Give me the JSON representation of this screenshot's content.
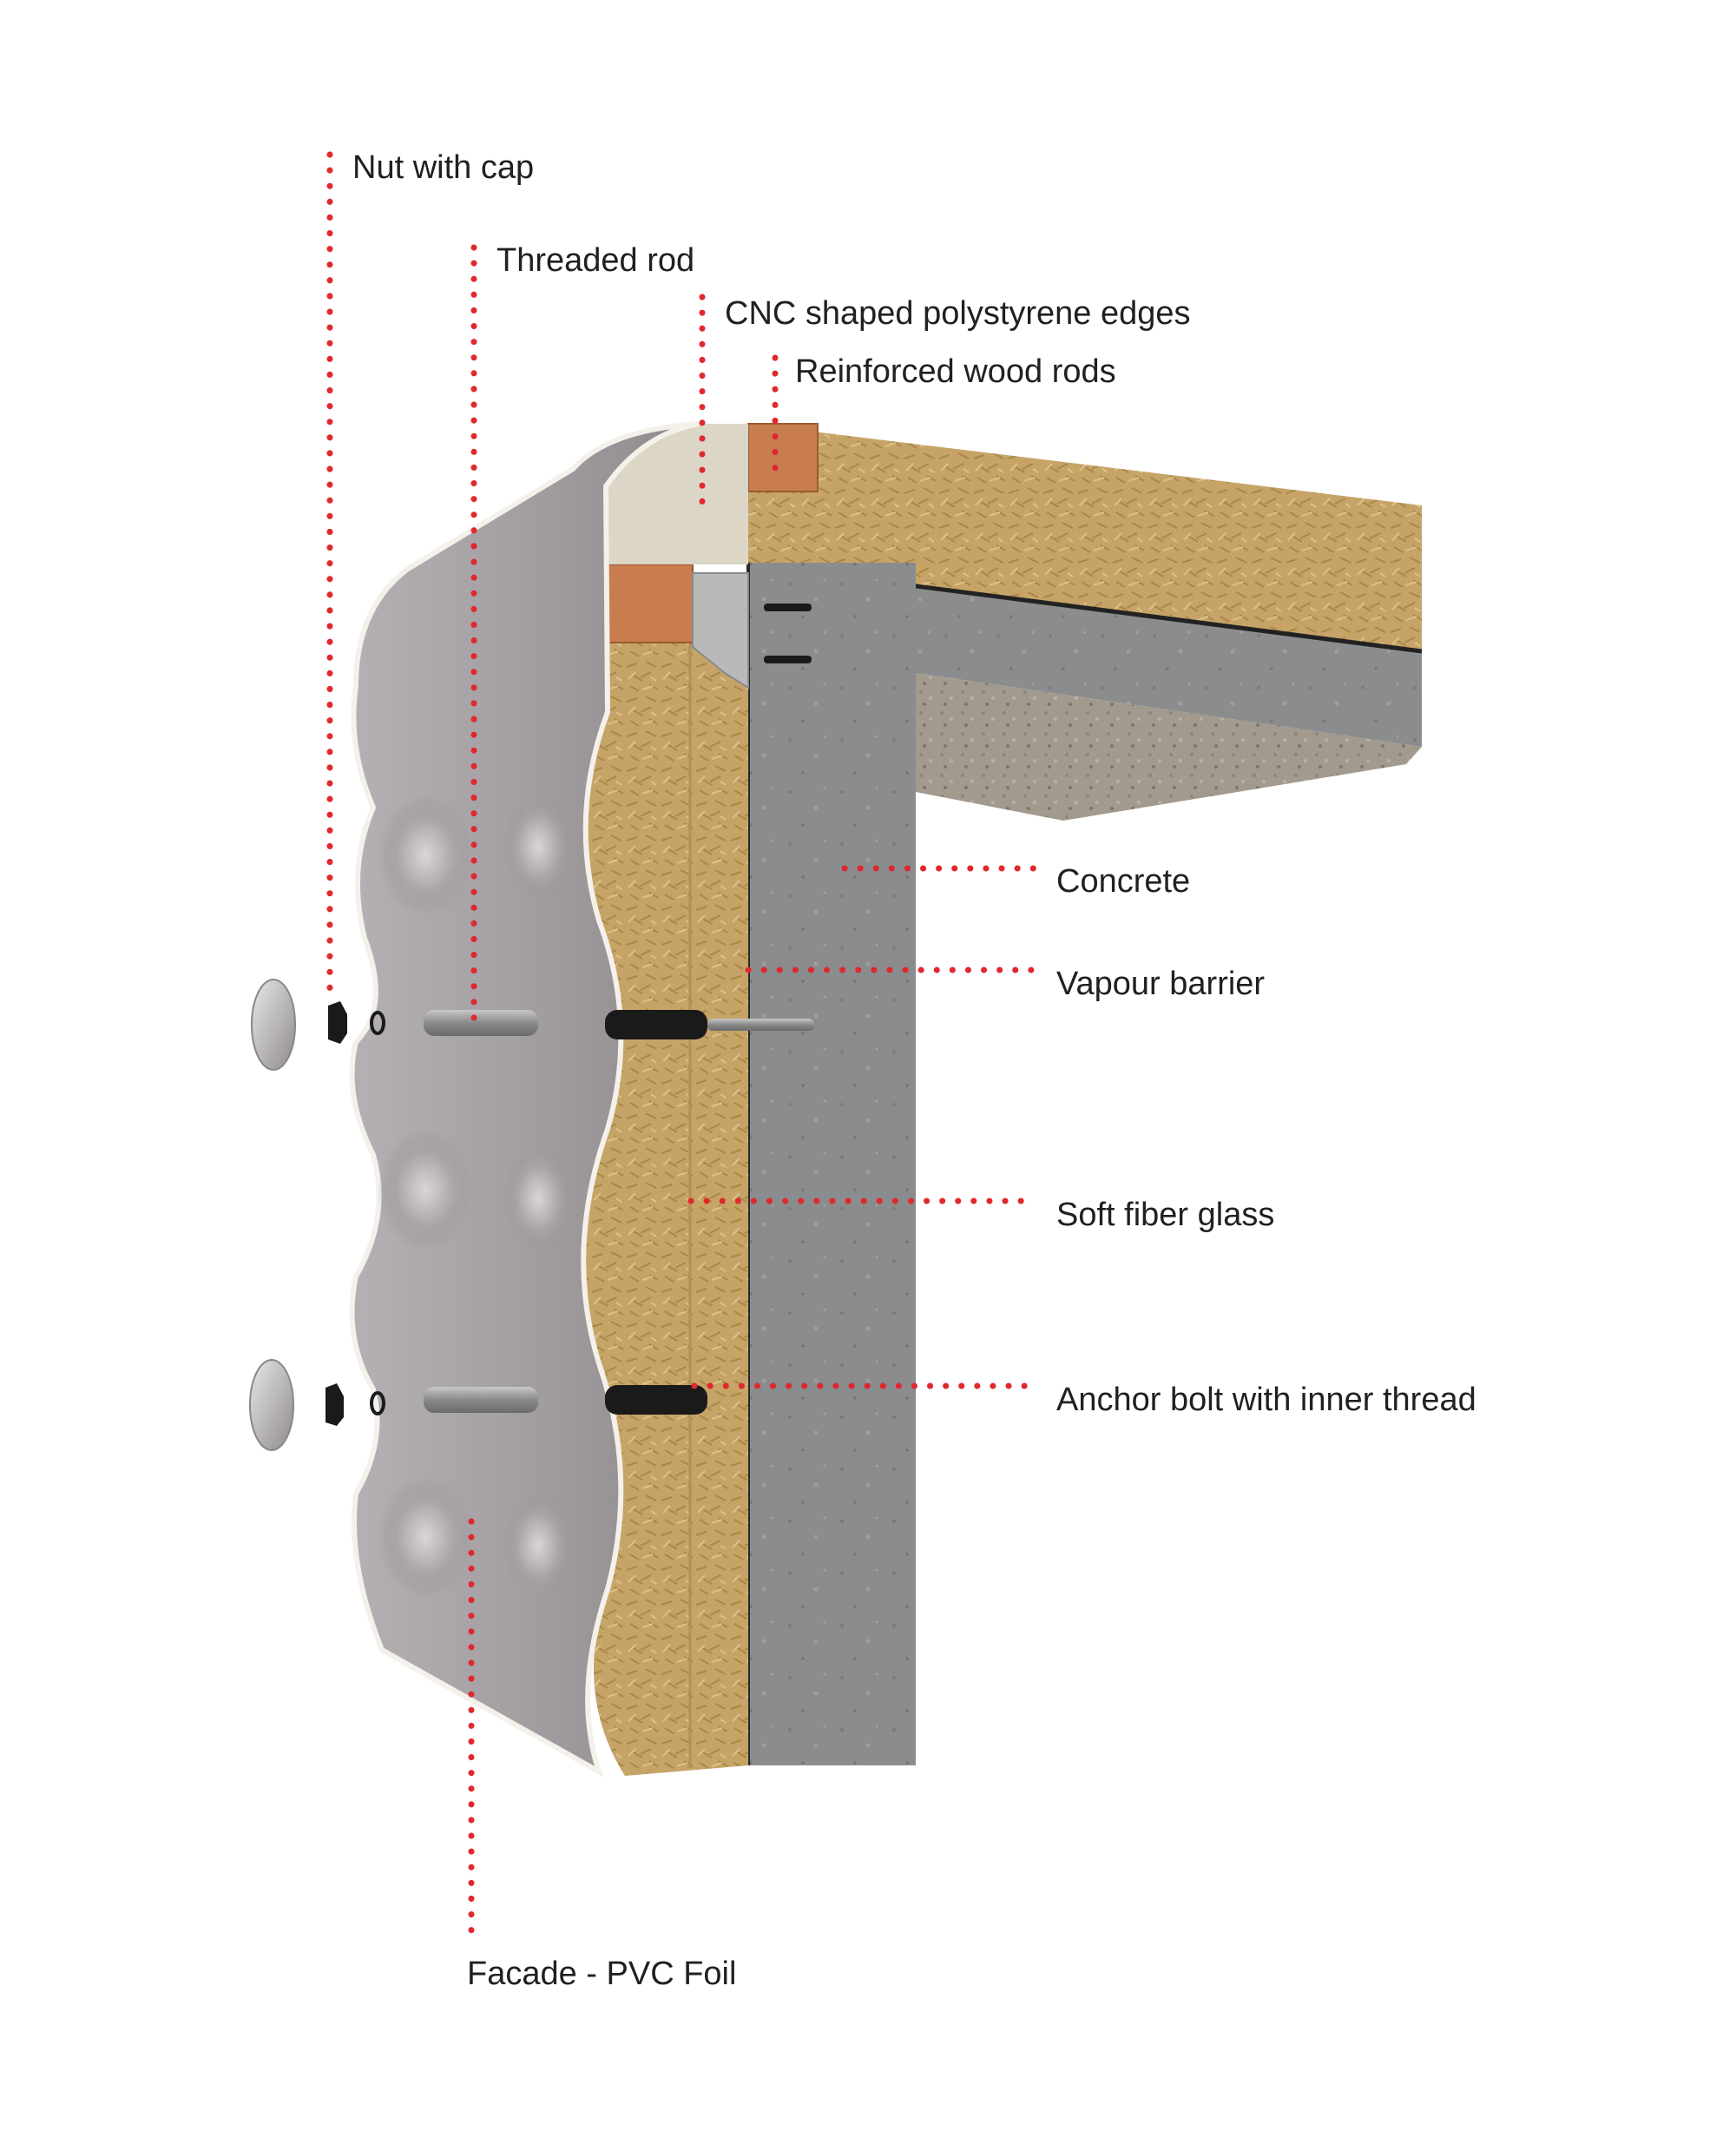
{
  "labels": {
    "nut_with_cap": "Nut with cap",
    "threaded_rod": "Threaded rod",
    "cnc_edges": "CNC shaped polystyrene edges",
    "wood_rods": "Reinforced wood rods",
    "concrete": "Concrete",
    "vapour_barrier": "Vapour barrier",
    "soft_fiber_glass": "Soft fiber glass",
    "anchor_bolt": "Anchor bolt with inner thread",
    "facade": "Facade - PVC Foil"
  },
  "colors": {
    "leader": "#e0282e",
    "concrete": "#8c8d8f",
    "fiberglass": "#c9a86a",
    "wood": "#c97d4e",
    "polystyrene": "#dcd6c6",
    "pvc_foil": "#a9a4a7",
    "anchor": "#1a1a1a"
  }
}
